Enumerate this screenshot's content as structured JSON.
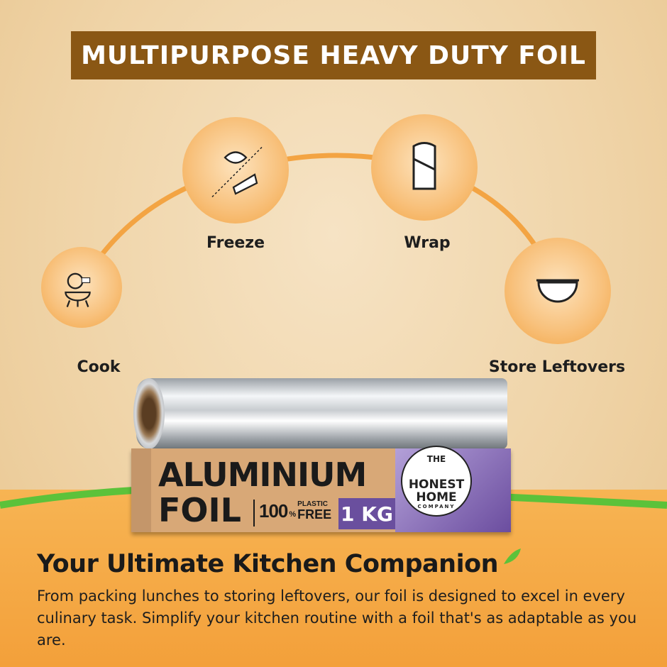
{
  "banner": {
    "title": "MULTIPURPOSE HEAVY DUTY FOIL"
  },
  "uses": [
    {
      "label": "Cook",
      "icon": "grill-chicken-icon"
    },
    {
      "label": "Freeze",
      "icon": "fish-cheese-icon"
    },
    {
      "label": "Wrap",
      "icon": "wrap-burrito-icon"
    },
    {
      "label": "Store Leftovers",
      "icon": "bowl-icon"
    }
  ],
  "product": {
    "line1": "ALUMINIUM",
    "line2": "FOIL",
    "pct": "100",
    "pct_sign": "%",
    "plastic": "PLASTIC",
    "free": "FREE",
    "weight": "1 KG",
    "brand_the": "THE",
    "brand_name1": "HONEST",
    "brand_name2": "HOME",
    "brand_company": "COMPANY"
  },
  "footer": {
    "heading": "Your Ultimate Kitchen Companion",
    "body": "From packing lunches to storing leftovers, our foil is designed to excel in every culinary task. Simplify your kitchen routine with a foil that's as adaptable as you are."
  },
  "colors": {
    "banner": "#8a5714",
    "accent": "#f3a443",
    "green": "#5cc23a",
    "purple": "#6a4f9e"
  }
}
